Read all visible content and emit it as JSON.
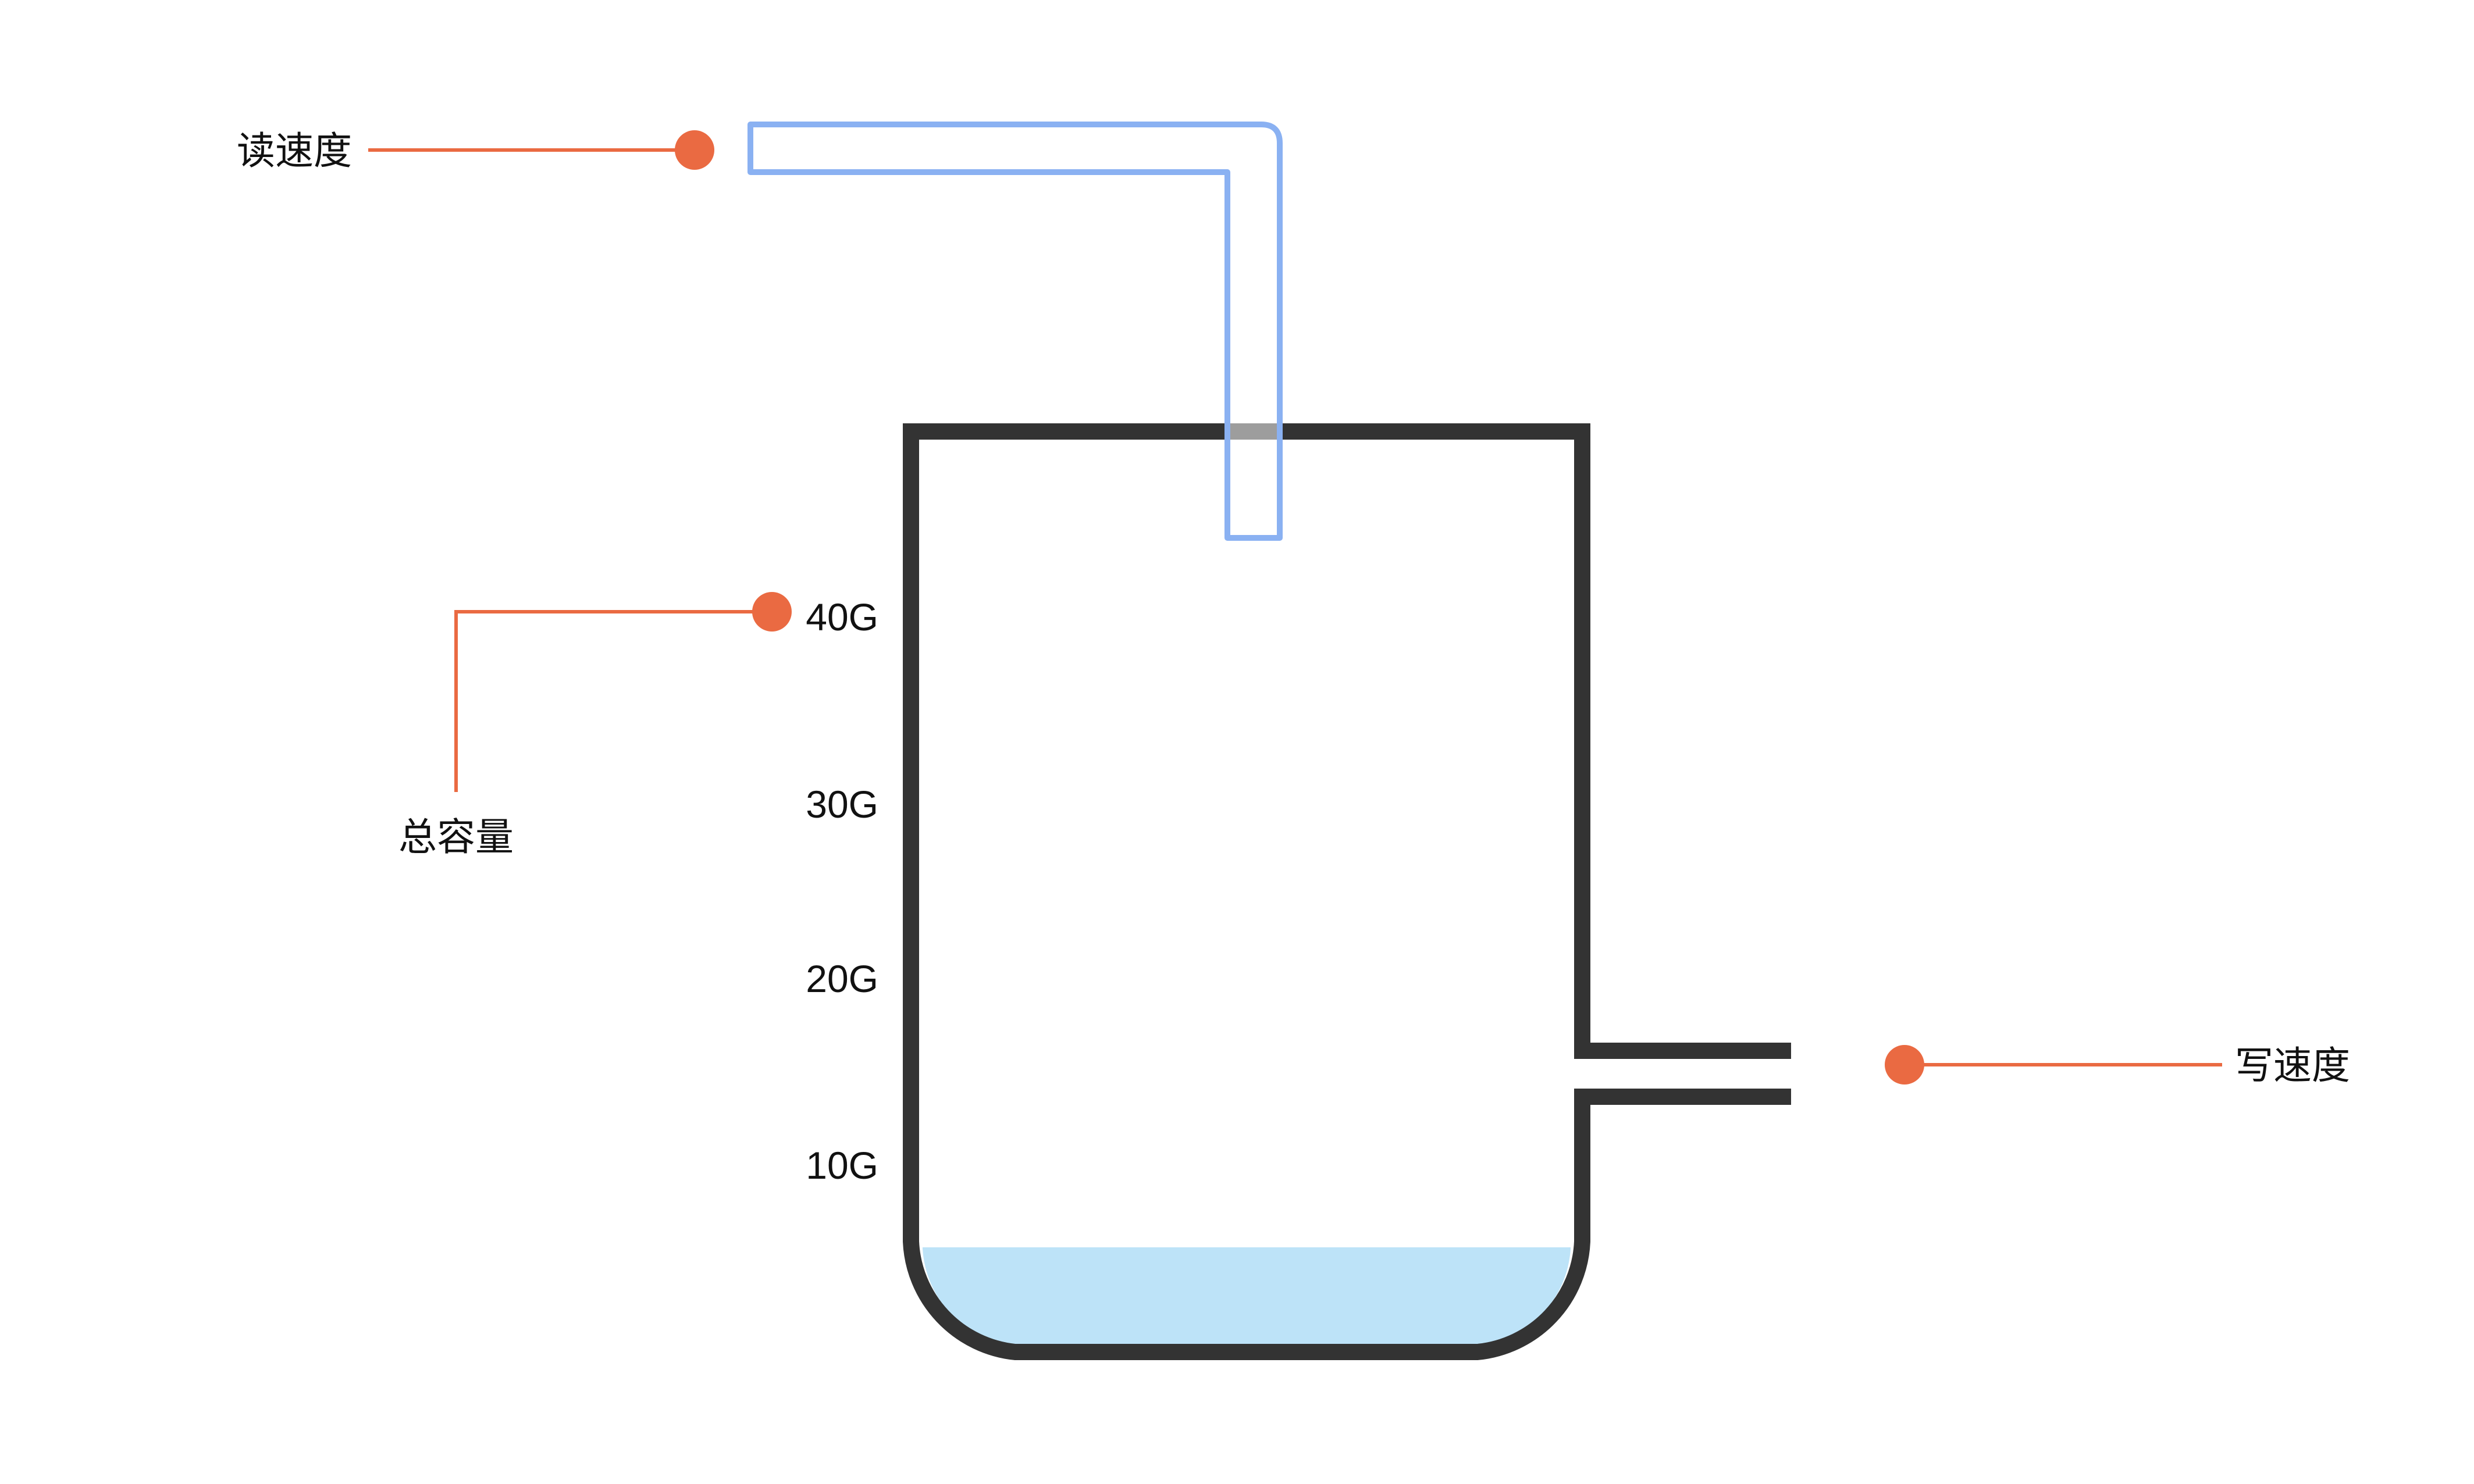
{
  "diagram": {
    "labels": {
      "read_speed": "读速度",
      "total_capacity": "总容量",
      "write_speed": "写速度"
    },
    "capacity_scale": [
      "40G",
      "30G",
      "20G",
      "10G"
    ],
    "fill_level": "about 5G of 40G",
    "colors": {
      "container": "#333333",
      "water": "#bde3f8",
      "read_pipe": "#8ab1f2",
      "callout": "#ea6a42"
    }
  }
}
